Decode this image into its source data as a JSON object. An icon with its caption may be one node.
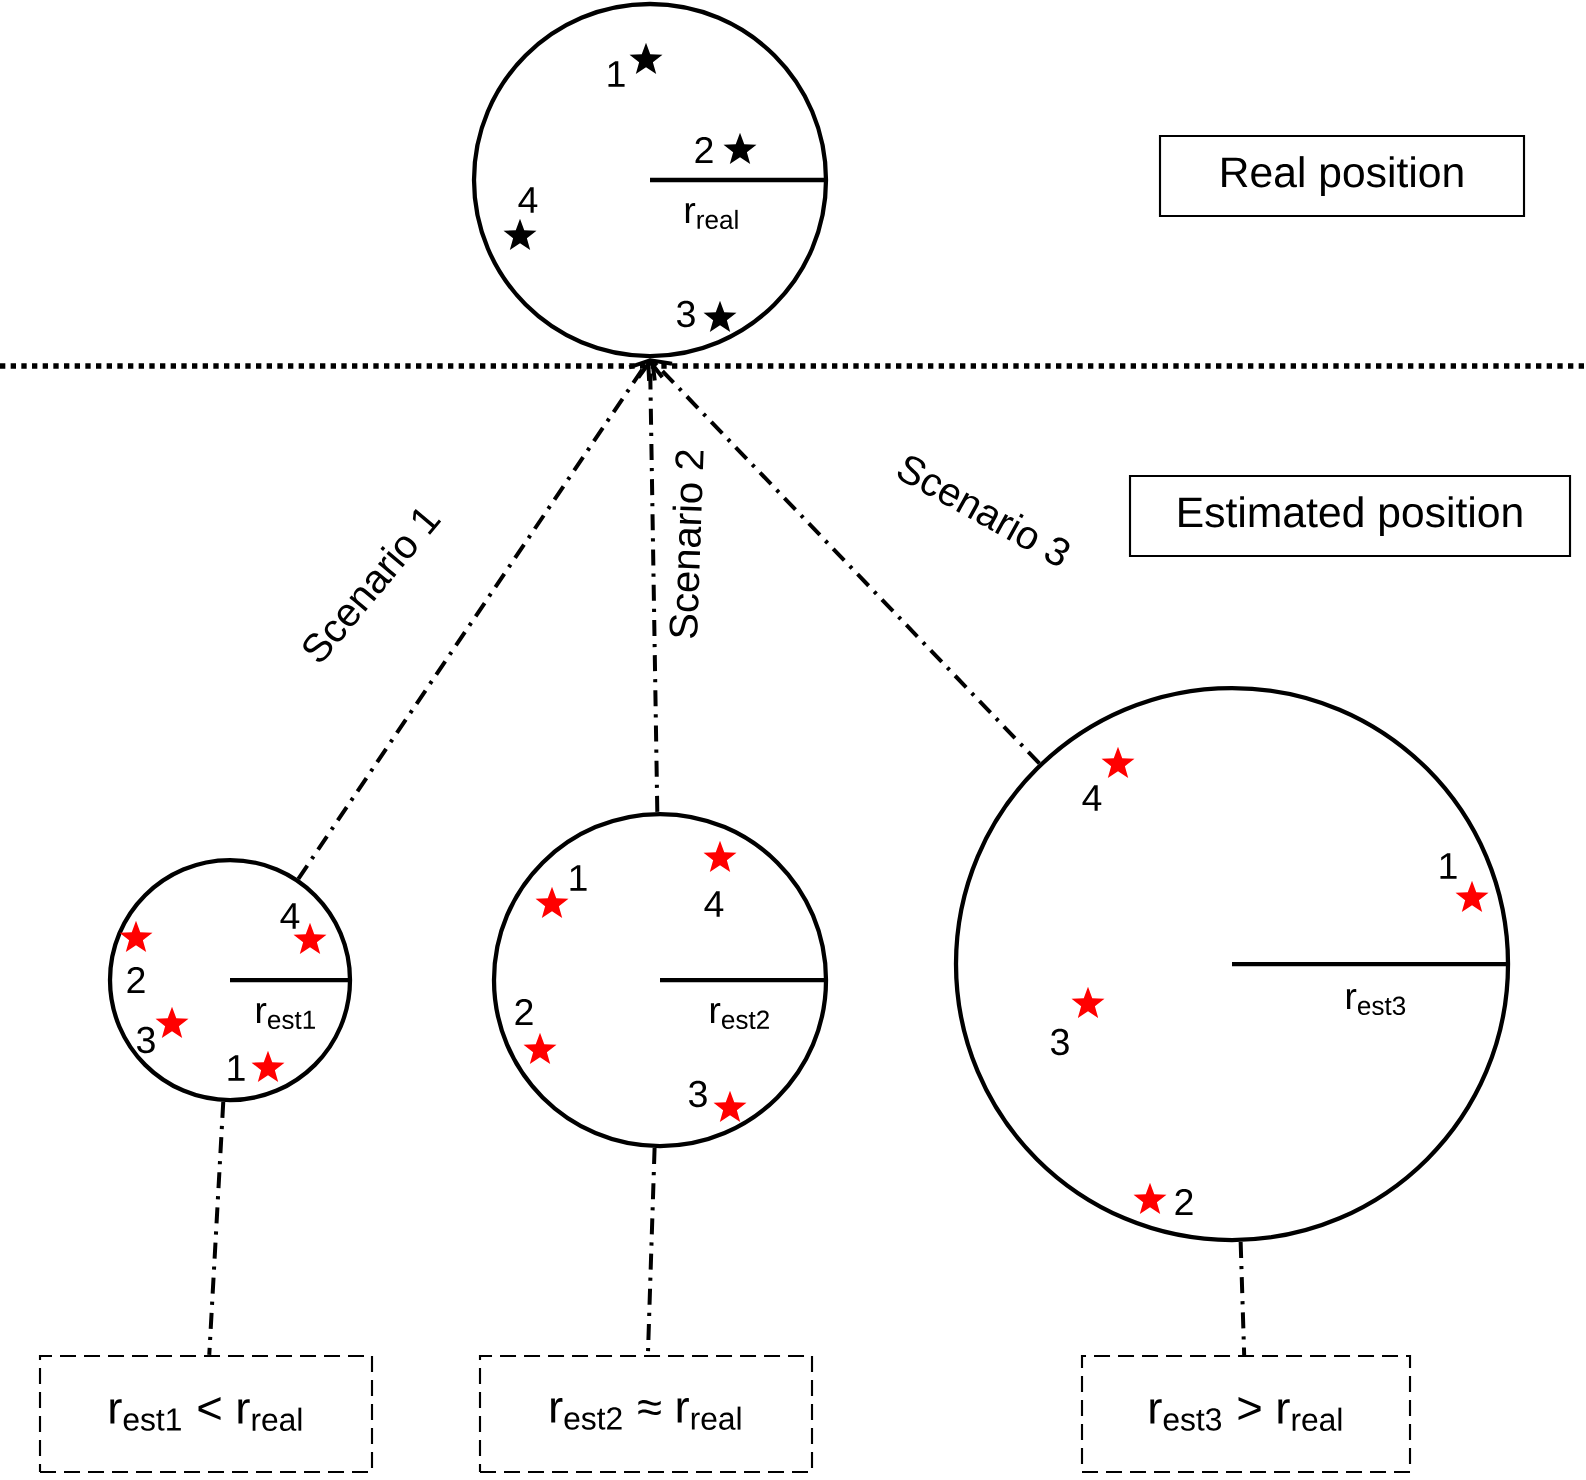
{
  "diagram": {
    "nodes": [
      {
        "text": [
          "1",
          "2",
          "4",
          "r$_{real}$",
          "3"
        ]
      },
      {
        "text": [
          "Real position"
        ]
      },
      {
        "text": [
          "Estimated position"
        ]
      },
      {
        "text": [
          "4",
          "2",
          "r$_{est1}$",
          "3",
          "1"
        ]
      },
      {
        "text": [
          "1",
          "4",
          "2",
          "r$_{est2}$",
          "3"
        ]
      },
      {
        "text": [
          "4",
          "1",
          "r$_{est3}$",
          "3",
          "2"
        ]
      },
      {
        "text": [
          "r$_{est1}$ < r$_{real}$"
        ]
      },
      {
        "text": [
          "r$_{est2}$ ≈ r$_{real}$"
        ]
      },
      {
        "text": [
          "r$_{est3}$ > r$_{real}$"
        ]
      }
    ],
    "edges": [
      {
        "from": 3,
        "to": 0,
        "arrow": "to",
        "label": "Scenario 1",
        "style": "dashed"
      },
      {
        "from": 4,
        "to": 0,
        "arrow": "to",
        "label": "Scenario 2",
        "style": "dashed"
      },
      {
        "from": 5,
        "to": 0,
        "arrow": "to",
        "label": "Scenario 3",
        "style": "dashed"
      },
      {
        "from": 3,
        "to": 6,
        "arrow": "none",
        "style": "dashed"
      },
      {
        "from": 4,
        "to": 7,
        "arrow": "none",
        "style": "dashed"
      },
      {
        "from": 5,
        "to": 8,
        "arrow": "none",
        "style": "dashed"
      }
    ]
  }
}
